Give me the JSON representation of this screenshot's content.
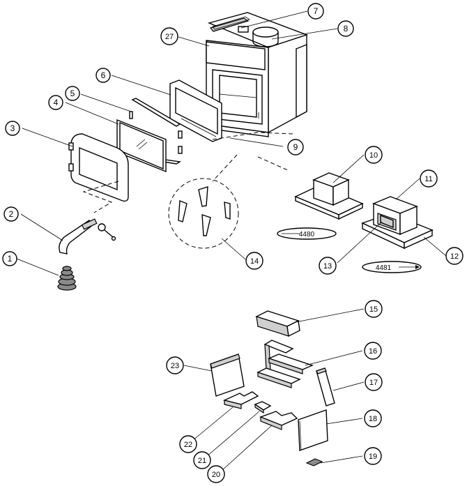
{
  "diagram": {
    "callouts": [
      {
        "id": "c1",
        "label": "1"
      },
      {
        "id": "c2",
        "label": "2"
      },
      {
        "id": "c3",
        "label": "3"
      },
      {
        "id": "c4",
        "label": "4"
      },
      {
        "id": "c5",
        "label": "5"
      },
      {
        "id": "c6",
        "label": "6"
      },
      {
        "id": "c7",
        "label": "7"
      },
      {
        "id": "c8",
        "label": "8"
      },
      {
        "id": "c9",
        "label": "9"
      },
      {
        "id": "c10",
        "label": "10"
      },
      {
        "id": "c11",
        "label": "11"
      },
      {
        "id": "c12",
        "label": "12"
      },
      {
        "id": "c13",
        "label": "13"
      },
      {
        "id": "c14",
        "label": "14"
      },
      {
        "id": "c15",
        "label": "15"
      },
      {
        "id": "c16",
        "label": "16"
      },
      {
        "id": "c17",
        "label": "17"
      },
      {
        "id": "c18",
        "label": "18"
      },
      {
        "id": "c19",
        "label": "19"
      },
      {
        "id": "c20",
        "label": "20"
      },
      {
        "id": "c21",
        "label": "21"
      },
      {
        "id": "c22",
        "label": "22"
      },
      {
        "id": "c23",
        "label": "23"
      },
      {
        "id": "c27",
        "label": "27"
      }
    ],
    "model_labels": {
      "model_a": "4480",
      "model_b": "4481"
    }
  }
}
